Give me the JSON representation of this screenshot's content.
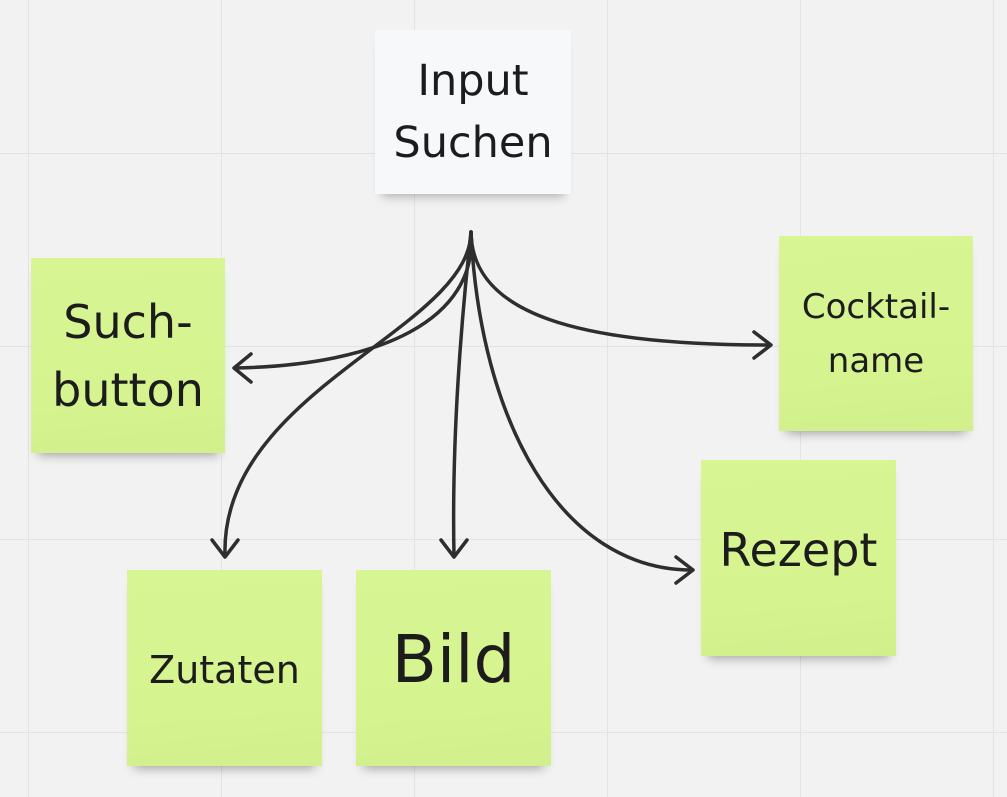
{
  "colors": {
    "sticky_green": "#d5f48f",
    "sticky_white": "#f7f8fa",
    "connector": "#2e2e2e",
    "canvas": "#f2f2f2"
  },
  "notes": {
    "input_suchen": {
      "text": "Input\nSuchen",
      "color": "white"
    },
    "such_button": {
      "text": "Such-\nbutton",
      "color": "green"
    },
    "cocktailname": {
      "text": "Cocktail-\nname",
      "color": "green"
    },
    "zutaten": {
      "text": "Zutaten",
      "color": "green"
    },
    "bild": {
      "text": "Bild",
      "color": "green"
    },
    "rezept": {
      "text": "Rezept",
      "color": "green"
    }
  }
}
